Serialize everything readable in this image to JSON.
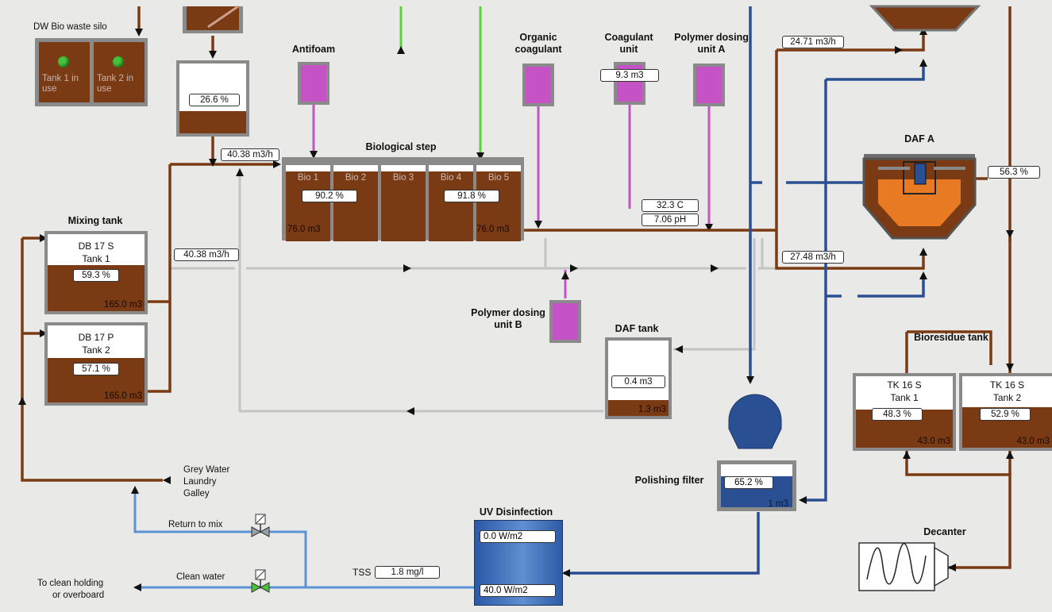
{
  "silo": {
    "label": "DW Bio waste silo",
    "tank1": "Tank 1 in use",
    "tank2": "Tank 2 in use"
  },
  "pretank_pct": "26.6 %",
  "feed_flow": "40.38 m3/h",
  "mixing": {
    "title": "Mixing tank",
    "flow": "40.38 m3/h",
    "tank_s": {
      "name1": "DB 17 S",
      "name2": "Tank 1",
      "pct": "59.3 %",
      "vol": "165.0 m3",
      "level": 0.593
    },
    "tank_p": {
      "name1": "DB 17 P",
      "name2": "Tank 2",
      "pct": "57.1 %",
      "vol": "165.0 m3",
      "level": 0.571
    }
  },
  "antifoam": "Antifoam",
  "organic_coagulant": "Organic coagulant",
  "coagulant_unit": {
    "title": "Coagulant unit",
    "value": "9.3 m3"
  },
  "polymer_a": "Polymer dosing unit A",
  "biological": {
    "title": "Biological step",
    "cells": [
      "Bio 1",
      "Bio 2",
      "Bio 3",
      "Bio 4",
      "Bio 5"
    ],
    "pct1": "90.2 %",
    "pct2": "91.8 %",
    "vol1": "76.0 m3",
    "vol2": "76.0 m3"
  },
  "temperature": "32.3 C",
  "ph": "7.06 pH",
  "flow_top": "24.71 m3/h",
  "flow_mid": "27.48 m3/h",
  "daf_a": {
    "title": "DAF A",
    "pct": "56.3 %"
  },
  "polymer_b": "Polymer dosing unit B",
  "daf_tank": {
    "title": "DAF tank",
    "value": "0.4 m3",
    "vol": "1.3 m3"
  },
  "bioresidue": {
    "title": "Bioresidue tank",
    "tank1": {
      "name1": "TK 16 S",
      "name2": "Tank 1",
      "pct": "48.3 %",
      "vol": "43.0 m3",
      "level": 0.483
    },
    "tank2": {
      "name1": "TK 16 S",
      "name2": "Tank 2",
      "pct": "52.9 %",
      "vol": "43.0 m3",
      "level": 0.529
    }
  },
  "polishing": {
    "title": "Polishing filter",
    "pct": "65.2 %",
    "vol": "1 m3"
  },
  "decanter": "Decanter",
  "uv": {
    "title": "UV Disinfection",
    "top": "0.0 W/m2",
    "bottom": "40.0 W/m2"
  },
  "tss": {
    "label": "TSS",
    "value": "1.8 mg/l"
  },
  "grey_water": [
    "Grey Water",
    "Laundry",
    "Galley"
  ],
  "return_to_mix": "Return to mix",
  "clean_water": "Clean water",
  "to_clean": [
    "To clean holding",
    "or overboard"
  ],
  "colors": {
    "sludge": "#7a3a14",
    "dose_pink": "#c653c6",
    "blue_pipe": "#2b4f93",
    "light_blue_pipe": "#5b93d6",
    "green_pipe": "#5ad23c",
    "grey_pipe": "#c4c4c4",
    "indicator_green": "#43c43b"
  }
}
